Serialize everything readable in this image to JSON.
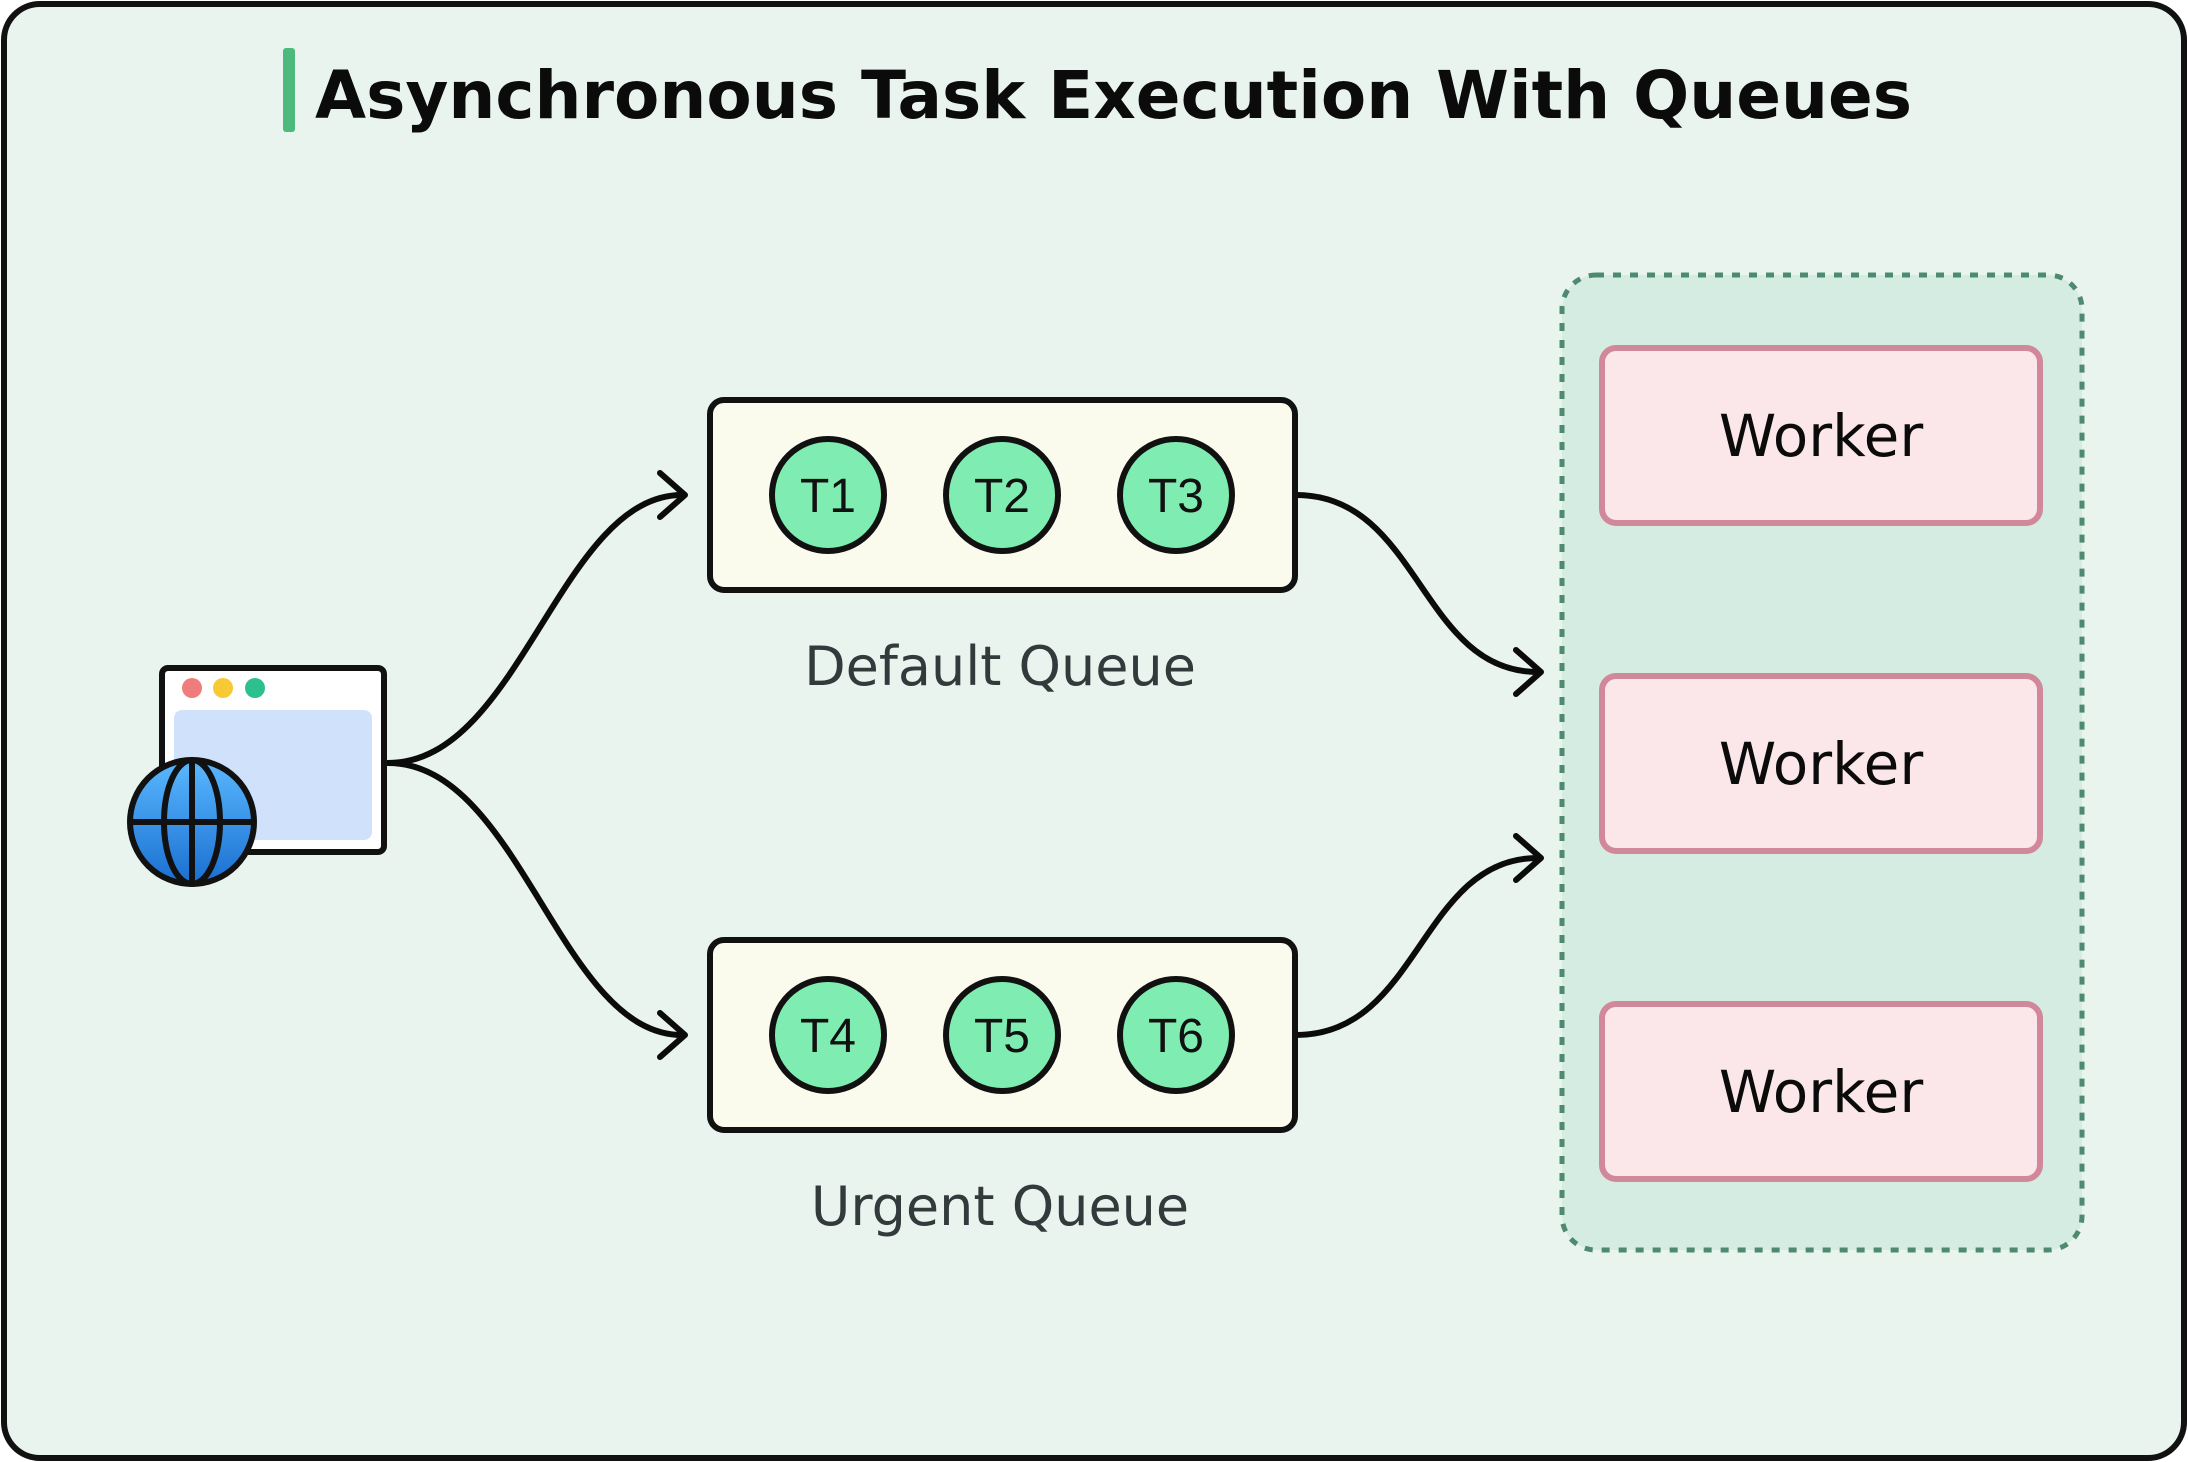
{
  "title": "Asynchronous Task Execution With Queues",
  "client": {
    "icon": "browser-window-with-globe-icon"
  },
  "queues": [
    {
      "name": "Default Queue",
      "tasks": [
        "T1",
        "T2",
        "T3"
      ]
    },
    {
      "name": "Urgent Queue",
      "tasks": [
        "T4",
        "T5",
        "T6"
      ]
    }
  ],
  "workers": [
    "Worker",
    "Worker",
    "Worker"
  ],
  "colors": {
    "background": "#eaf4ef",
    "frame": "#111111",
    "title_accent": "#4cba7c",
    "queue_fill": "#fafbed",
    "task_fill": "#7fedb1",
    "worker_pool_fill": "#d5ece2",
    "worker_pool_border": "#4d8a6f",
    "worker_fill": "#fbe6e9",
    "worker_border": "#d0889a",
    "globe_blue": "#2b8fe8",
    "browser_content": "#cfe1fb",
    "dot_red": "#f07c7c",
    "dot_yellow": "#f7c935",
    "dot_green": "#2bc08d"
  }
}
